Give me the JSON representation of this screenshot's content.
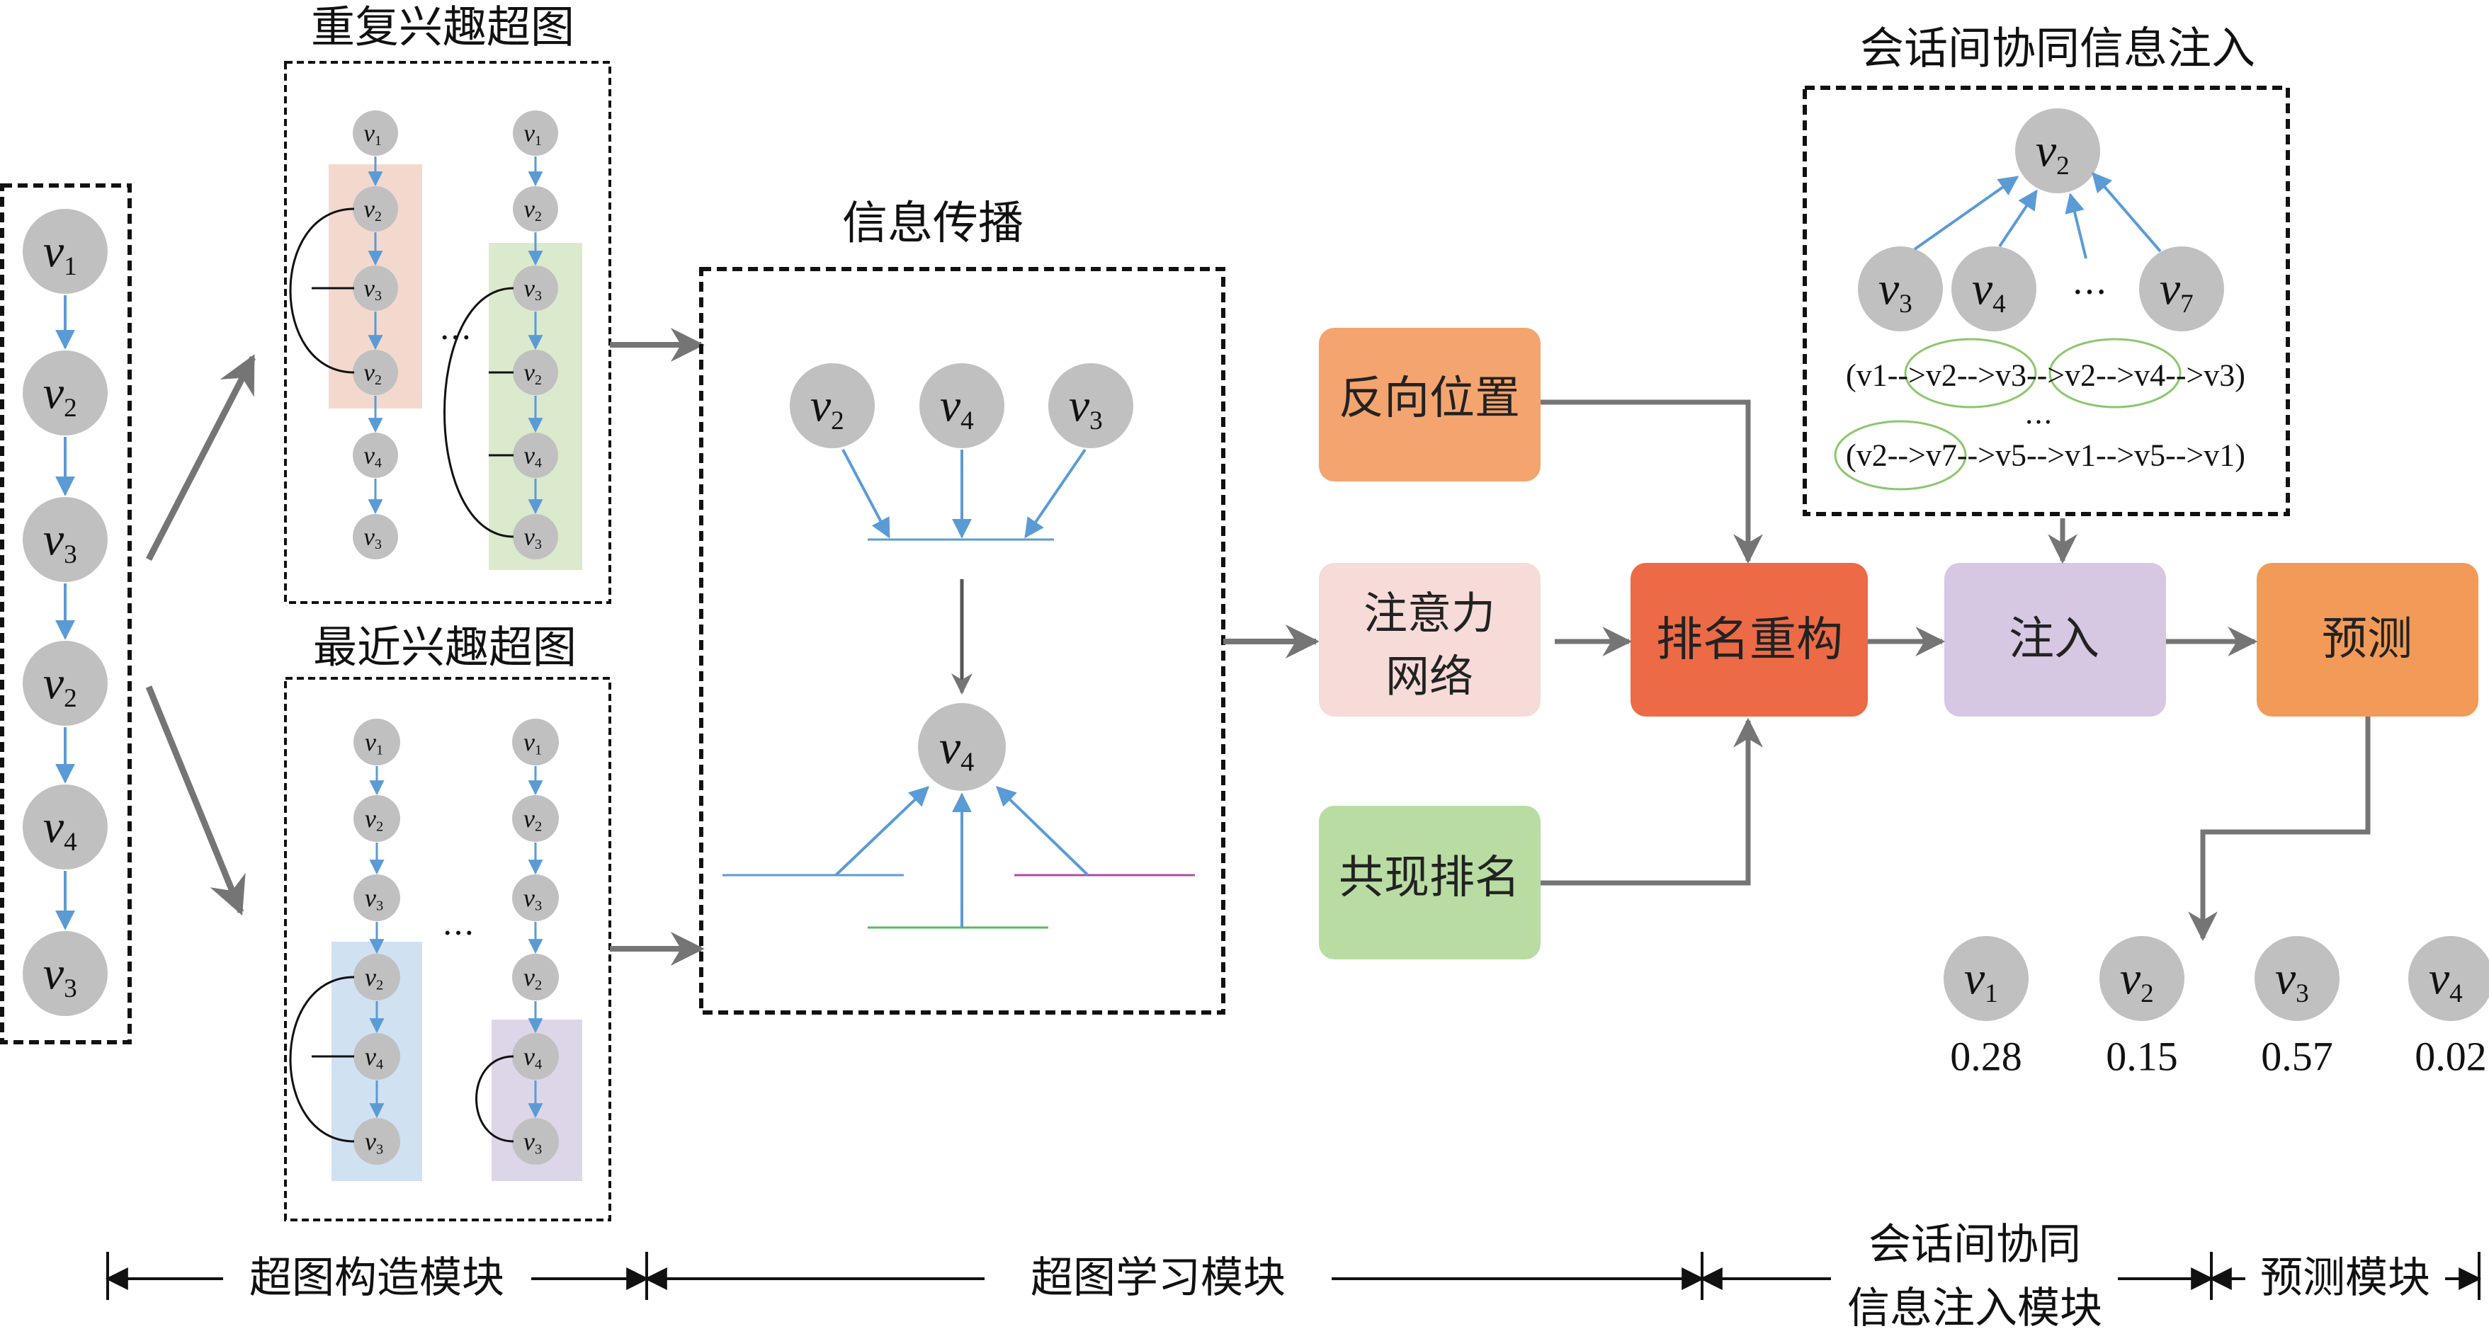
{
  "section_titles": {
    "repeat_hypergraph": "重复兴趣超图",
    "recent_hypergraph": "最近兴趣超图",
    "propagation": "信息传播",
    "cross_session": "会话间协同信息注入"
  },
  "session_sequence": [
    "1",
    "2",
    "3",
    "2",
    "4",
    "3"
  ],
  "ellipsis": "…",
  "propagation_nodes": {
    "top": [
      "2",
      "4",
      "3"
    ],
    "target": "4"
  },
  "module_boxes": {
    "reverse_position": "反向位置",
    "attention_line1": "注意力",
    "attention_line2": "网络",
    "cooccurrence": "共现排名",
    "rank_reconstruct": "排名重构",
    "inject": "注入",
    "predict": "预测"
  },
  "cross_nodes": {
    "top": "2",
    "bottom": [
      "3",
      "4",
      "7"
    ]
  },
  "sequences": {
    "seq1": "(v1-->v2-->v3-->v2-->v4-->v3)",
    "seq2": "(v2-->v7-->v5-->v1-->v5-->v1)"
  },
  "predictions": [
    {
      "node": "1",
      "score": "0.28"
    },
    {
      "node": "2",
      "score": "0.15"
    },
    {
      "node": "3",
      "score": "0.57"
    },
    {
      "node": "4",
      "score": "0.02"
    }
  ],
  "modules": {
    "construct": "超图构造模块",
    "learn": "超图学习模块",
    "inject_line1": "会话间协同",
    "inject_line2": "信息注入模块",
    "predict": "预测模块"
  },
  "colors": {
    "node_fill": "#c0c0c0",
    "arrow_blue": "#5b9bd5",
    "arrow_gray": "#757575",
    "reverse_position": "#f4a46e",
    "attention": "#f6dbd8",
    "cooccurrence": "#b9dca3",
    "rank_reconstruct": "#ec6a46",
    "inject": "#d6c7e2",
    "predict": "#f29a57",
    "hl_pink": "#f3d9cd",
    "hl_green": "#dbe9cd",
    "hl_blue": "#d0e1f2",
    "hl_purple": "#ddd6e8"
  }
}
